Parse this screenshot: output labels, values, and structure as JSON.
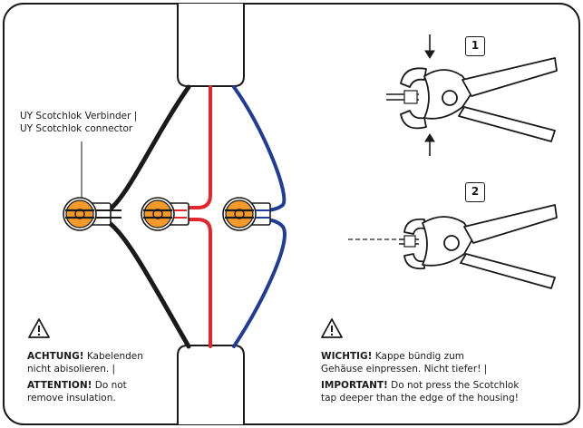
{
  "connector_label": {
    "line1": "UY Scotchlok Verbinder |",
    "line2": "UY Scotchlok connector"
  },
  "warning_left": {
    "icon": "warning-triangle-icon",
    "de_bold": "ACHTUNG!",
    "de_line1_rest": " Kabelenden",
    "de_line2": "nicht abisolieren. |",
    "en_bold": "ATTENTION!",
    "en_line1_rest": " Do not",
    "en_line2": "remove insulation."
  },
  "warning_right": {
    "icon": "warning-triangle-icon",
    "de_bold": "WICHTIG!",
    "de_line1_rest": " Kappe bündig zum",
    "de_line2": "Gehäuse einpressen. Nicht tiefer! |",
    "en_bold": "IMPORTANT!",
    "en_line1_rest": " Do not press the Scotchlok",
    "en_line2": "tap deeper than the edge of the housing!"
  },
  "steps": {
    "step1": "1",
    "step2": "2"
  },
  "colors": {
    "wire_black": "#1a1a1a",
    "wire_red": "#e1262d",
    "wire_blue": "#1f3c97",
    "connector_orange": "#f39a2b",
    "outline": "#1a1a1a"
  }
}
